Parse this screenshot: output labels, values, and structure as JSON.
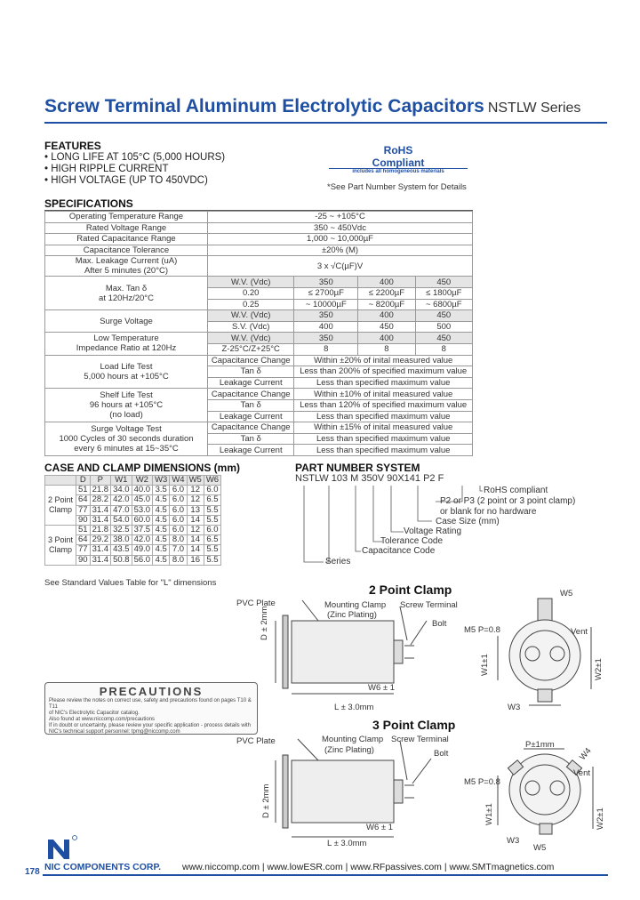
{
  "title": "Screw Terminal Aluminum Electrolytic Capacitors",
  "series": "NSTLW Series",
  "features": {
    "heading": "FEATURES",
    "items": [
      "• LONG LIFE AT 105°C (5,000 HOURS)",
      "• HIGH RIPPLE CURRENT",
      "• HIGH VOLTAGE (UP TO 450VDC)"
    ]
  },
  "rohs": {
    "line1": "RoHS",
    "line2": "Compliant",
    "line3": "includes all homogeneous materials",
    "note": "*See Part Number System for Details"
  },
  "specifications": {
    "heading": "SPECIFICATIONS",
    "operating_temp_label": "Operating Temperature Range",
    "operating_temp": "-25 ~ +105°C",
    "rated_voltage_label": "Rated Voltage Range",
    "rated_voltage": "350 ~ 450Vdc",
    "rated_cap_label": "Rated Capacitance Range",
    "rated_cap": "1,000 ~ 10,000µF",
    "cap_tol_label": "Capacitance Tolerance",
    "cap_tol": "±20% (M)",
    "leak_label1": "Max. Leakage Current (uA)",
    "leak_label2": "After 5 minutes (20°C)",
    "leak_value": "3 x √C(µF)V",
    "tan_label1": "Max. Tan δ",
    "tan_label2": "at 120Hz/20°C",
    "wv_label": "W.V. (Vdc)",
    "v350": "350",
    "v400": "400",
    "v450": "450",
    "tan_row1": [
      "0.20",
      "≤ 2700µF",
      "≤ 2200µF",
      "≤ 1800µF"
    ],
    "tan_row2": [
      "0.25",
      "~ 10000µF",
      "~ 8200µF",
      "~ 6800µF"
    ],
    "surge_label": "Surge Voltage",
    "sv_label": "S.V. (Vdc)",
    "sv400": "400",
    "sv450": "450",
    "sv500": "500",
    "lowtemp_label1": "Low Temperature",
    "lowtemp_label2": "Impedance Ratio at 120Hz",
    "z_label": "Z-25°C/Z+25°C",
    "z1": "8",
    "z2": "8",
    "z3": "8",
    "load_label1": "Load Life Test",
    "load_label2": "5,000 hours at +105°C",
    "cap_change": "Capacitance Change",
    "tan_d": "Tan δ",
    "leak_current": "Leakage Current",
    "load_cap": "Within ±20% of inital measured value",
    "load_tan": "Less than 200% of specified maximum value",
    "load_leak": "Less than specified maximum value",
    "shelf_label1": "Shelf Life Test",
    "shelf_label2": "96 hours at +105°C",
    "shelf_label3": "(no load)",
    "shelf_cap": "Within ±10% of inital measured value",
    "shelf_tan": "Less than 120% of specified maximum value",
    "shelf_leak": "Less than specified maximum value",
    "surge_test_label1": "Surge Voltage Test",
    "surge_test_label2": "1000 Cycles of 30 seconds duration",
    "surge_test_label3": "every 6 minutes at 15~35°C",
    "surge_cap": "Within ±15% of inital measured value",
    "surge_tan": "Less than specified maximum value",
    "surge_leak": "Less than specified maximum value"
  },
  "case": {
    "heading": "CASE AND CLAMP DIMENSIONS (mm)",
    "columns": [
      "D",
      "P",
      "W1",
      "W2",
      "W3",
      "W4",
      "W5",
      "W6"
    ],
    "group1": "2 Point Clamp",
    "group2": "3 Point Clamp",
    "rows1": [
      [
        "51",
        "21.8",
        "34.0",
        "40.0",
        "3.5",
        "6.0",
        "12",
        "6.0"
      ],
      [
        "64",
        "28.2",
        "42.0",
        "45.0",
        "4.5",
        "6.0",
        "12",
        "6.5"
      ],
      [
        "77",
        "31.4",
        "47.0",
        "53.0",
        "4.5",
        "6.0",
        "13",
        "5.5"
      ],
      [
        "90",
        "31.4",
        "54.0",
        "60.0",
        "4.5",
        "6.0",
        "14",
        "5.5"
      ]
    ],
    "rows2": [
      [
        "51",
        "21.8",
        "32.5",
        "37.5",
        "4.5",
        "6.0",
        "12",
        "6.0"
      ],
      [
        "64",
        "29.2",
        "38.0",
        "42.0",
        "4.5",
        "8.0",
        "14",
        "6.5"
      ],
      [
        "77",
        "31.4",
        "43.5",
        "49.0",
        "4.5",
        "7.0",
        "14",
        "5.5"
      ],
      [
        "90",
        "31.4",
        "50.8",
        "56.0",
        "4.5",
        "8.0",
        "16",
        "5.5"
      ]
    ],
    "note": "See Standard Values Table for \"L\" dimensions"
  },
  "part_number": {
    "heading": "PART NUMBER SYSTEM",
    "code": "NSTLW  103  M  350V  90X141  P2  F",
    "rohs": "RoHS compliant",
    "clamp1": "P2 or P3 (2 point or 3 point clamp)",
    "clamp2": "or blank for no hardware",
    "case_size": "Case Size (mm)",
    "voltage": "Voltage Rating",
    "tol": "Tolerance Code",
    "cap": "Capacitance Code",
    "series": "Series"
  },
  "clamp2": {
    "heading": "2 Point Clamp",
    "pvc": "PVC Plate",
    "mount1": "Mounting Clamp",
    "mount2": "(Zinc Plating)",
    "screw": "Screw Terminal",
    "bolt": "Bolt",
    "d": "D ± 2mm",
    "w6": "W6 ± 1",
    "l": "L ± 3.0mm",
    "m5": "M5 P=0.8",
    "vent": "Vent",
    "w5": "W5",
    "w1": "W1±1",
    "w2": "W2±1",
    "w3": "W3"
  },
  "clamp3": {
    "heading": "3 Point Clamp",
    "pvc": "PVC Plate",
    "mount1": "Mounting Clamp",
    "mount2": "(Zinc Plating)",
    "screw": "Screw Terminal",
    "bolt": "Bolt",
    "d": "D ± 2mm",
    "w6": "W6 ± 1",
    "l": "L ± 3.0mm",
    "p": "P±1mm",
    "w4": "W4",
    "vent": "Vent",
    "m5": "M5 P=0.8",
    "w1": "W1±1",
    "w2": "W2±1",
    "w3": "W3",
    "w5": "W5"
  },
  "precautions": {
    "heading": "PRECAUTIONS",
    "l1": "Please review the notes on correct use, safety and precautions found on pages T10 & T11",
    "l2": "of NIC's Electrolytic Capacitor catalog.",
    "l3": "Also found at www.niccomp.com/precautions",
    "l4": "If in doubt or uncertainty, please review your specific application - process details with",
    "l5": "NIC's technical support personnel: tpmg@niccomp.com"
  },
  "footer": {
    "page": "178",
    "company": "NIC COMPONENTS CORP.",
    "links": "www.niccomp.com  |  www.lowESR.com  |  www.RFpassives.com  |  www.SMTmagnetics.com"
  },
  "colors": {
    "title": "#1f4fa3",
    "logo": "#1f4fa3"
  }
}
